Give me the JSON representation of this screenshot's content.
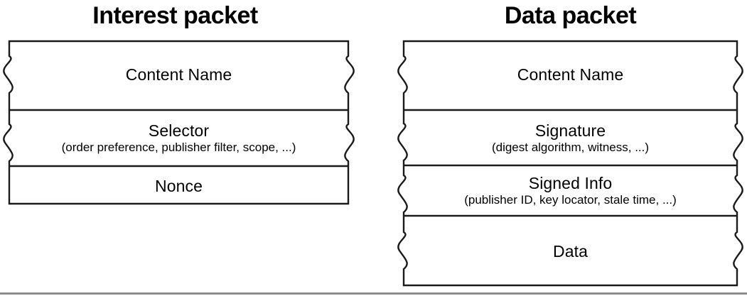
{
  "figure": {
    "background_color": "#ffffff",
    "line_color": "#1a1a1a",
    "rule_color": "#8c8c8c",
    "bottom_rule_label": "bottom-rule"
  },
  "panels": [
    {
      "id": "interest",
      "title": "Interest packet",
      "fields": [
        {
          "name": "Content Name",
          "detail": "",
          "braced": true
        },
        {
          "name": "Selector",
          "detail": "(order preference, publisher filter, scope, ...)",
          "braced": true
        },
        {
          "name": "Nonce",
          "detail": "",
          "braced": false
        }
      ]
    },
    {
      "id": "data",
      "title": "Data packet",
      "fields": [
        {
          "name": "Content Name",
          "detail": "",
          "braced": true
        },
        {
          "name": "Signature",
          "detail": "(digest algorithm, witness, ...)",
          "braced": true
        },
        {
          "name": "Signed Info",
          "detail": "(publisher ID, key locator, stale time, ...)",
          "braced": true
        },
        {
          "name": "Data",
          "detail": "",
          "braced": true
        }
      ]
    }
  ]
}
